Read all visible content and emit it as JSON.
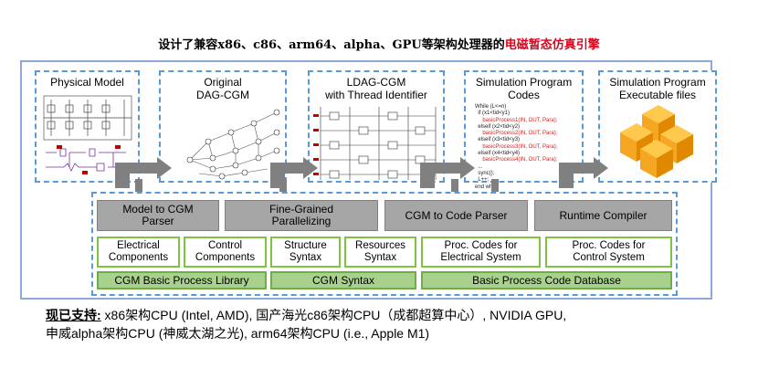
{
  "title": {
    "prefix": "设计了兼容x86、c86、arm64、alpha、GPU等架构处理器的",
    "highlight": "电磁暂态仿真引擎"
  },
  "panels": [
    {
      "title": "Physical Model"
    },
    {
      "title": "Original\nDAG-CGM"
    },
    {
      "title": "LDAG-CGM\nwith Thread Identifier"
    },
    {
      "title": "Simulation Program\nCodes"
    },
    {
      "title": "Simulation Program\nExecutable files"
    }
  ],
  "code_lines": [
    {
      "t": "While (L<=n)",
      "red": false
    },
    {
      "t": "  if (x1<tid<y1)",
      "red": false
    },
    {
      "t": "     basicProcess1(IN, OUT, Para);",
      "red": true
    },
    {
      "t": "  elseif (x2<tid<y2)",
      "red": false
    },
    {
      "t": "     basicProcess2(IN, OUT, Para);",
      "red": true
    },
    {
      "t": "  elseif (x3<tid<y3)",
      "red": false
    },
    {
      "t": "     basicProcess3(IN, OUT, Para);",
      "red": true
    },
    {
      "t": "  elseif (x4<tid<y4)",
      "red": false
    },
    {
      "t": "     basicProcess4(IN, OUT, Para);",
      "red": true
    },
    {
      "t": "  ...",
      "red": false
    },
    {
      "t": "  sync();",
      "red": false
    },
    {
      "t": "  L++;",
      "red": false
    },
    {
      "t": "end while",
      "red": false
    }
  ],
  "stages": [
    "Model to CGM\nParser",
    "Fine-Grained\nParallelizing",
    "CGM to Code Parser",
    "Runtime Compiler"
  ],
  "components": [
    "Electrical\nComponents",
    "Control\nComponents",
    "Structure\nSyntax",
    "Resources\nSyntax",
    "Proc. Codes for\nElectrical System",
    "Proc. Codes for\nControl System"
  ],
  "libraries": [
    "CGM Basic Process Library",
    "CGM Syntax",
    "Basic Process Code Database"
  ],
  "support": {
    "label": "现已支持:",
    "line1": " x86架构CPU (Intel, AMD), 国产海光c86架构CPU（成都超算中心）, NVIDIA GPU,",
    "line2": "申威alpha架构CPU (神威太湖之光), arm64架构CPU (i.e., Apple M1)"
  },
  "colors": {
    "panel_border": "#5b9bd5",
    "stage_gray": "#a6a6a6",
    "green_border": "#7fc241",
    "library_green": "#a9d18e",
    "cube_orange": "#f5a623",
    "highlight_red": "#e0001b"
  }
}
